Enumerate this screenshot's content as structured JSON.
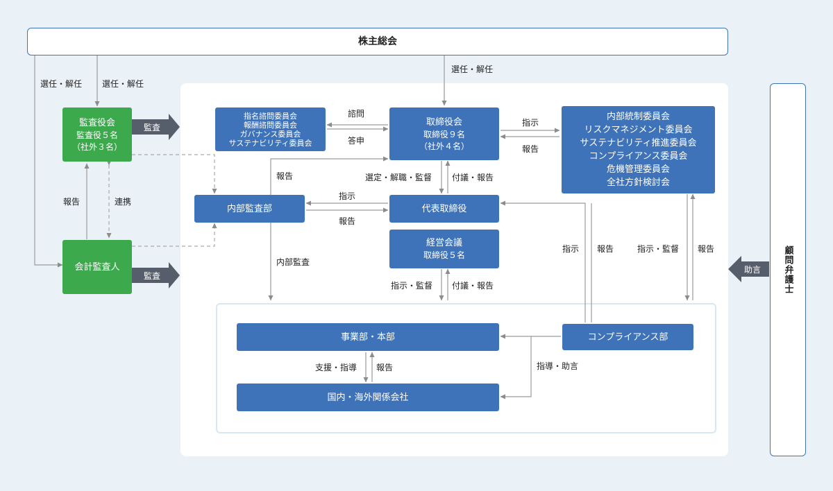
{
  "shareholders": "株主総会",
  "advisor": "顧問弁護士",
  "audit_board": {
    "title": "監査役会",
    "line1": "監査役５名",
    "line2": "（社外３名）"
  },
  "accounting_auditor": "会計監査人",
  "nomination": [
    "指名諮問委員会",
    "報酬諮問委員会",
    "ガバナンス委員会",
    "サステナビリティ委員会"
  ],
  "board": {
    "title": "取締役会",
    "line1": "取締役９名",
    "line2": "（社外４名）"
  },
  "internal_committees": [
    "内部統制委員会",
    "リスクマネジメント委員会",
    "サステナビリティ推進委員会",
    "コンプライアンス委員会",
    "危機管理委員会",
    "全社方針検討会"
  ],
  "internal_audit_dept": "内部監査部",
  "ceo": "代表取締役",
  "mgmt": {
    "title": "経営会議",
    "line1": "取締役５名"
  },
  "business": "事業部・本部",
  "subsidiaries": "国内・海外関係会社",
  "compliance_dept": "コンプライアンス部",
  "labels": {
    "elect_left1": "選任・解任",
    "elect_left2": "選任・解任",
    "elect_top": "選任・解任",
    "audit1": "監査",
    "audit2": "監査",
    "report_left": "報告",
    "cooperate": "連携",
    "consult": "諮問",
    "answer": "答申",
    "instruct_right": "指示",
    "report_right": "報告",
    "report_iad": "報告",
    "select_supervise": "選定・解職・監督",
    "deliberate_report1": "付議・報告",
    "instruct_iad": "指示",
    "report_iad2": "報告",
    "internal_audit": "内部監査",
    "instruct_comp": "指示",
    "report_comp": "報告",
    "instruct_supervise1": "指示・監督",
    "report_committees": "報告",
    "instruct_supervise2": "指示・監督",
    "deliberate_report2": "付議・報告",
    "advice_arrow": "助言",
    "guidance_advice": "指導・助言",
    "support_guidance": "支援・指導",
    "report_sub": "報告"
  }
}
